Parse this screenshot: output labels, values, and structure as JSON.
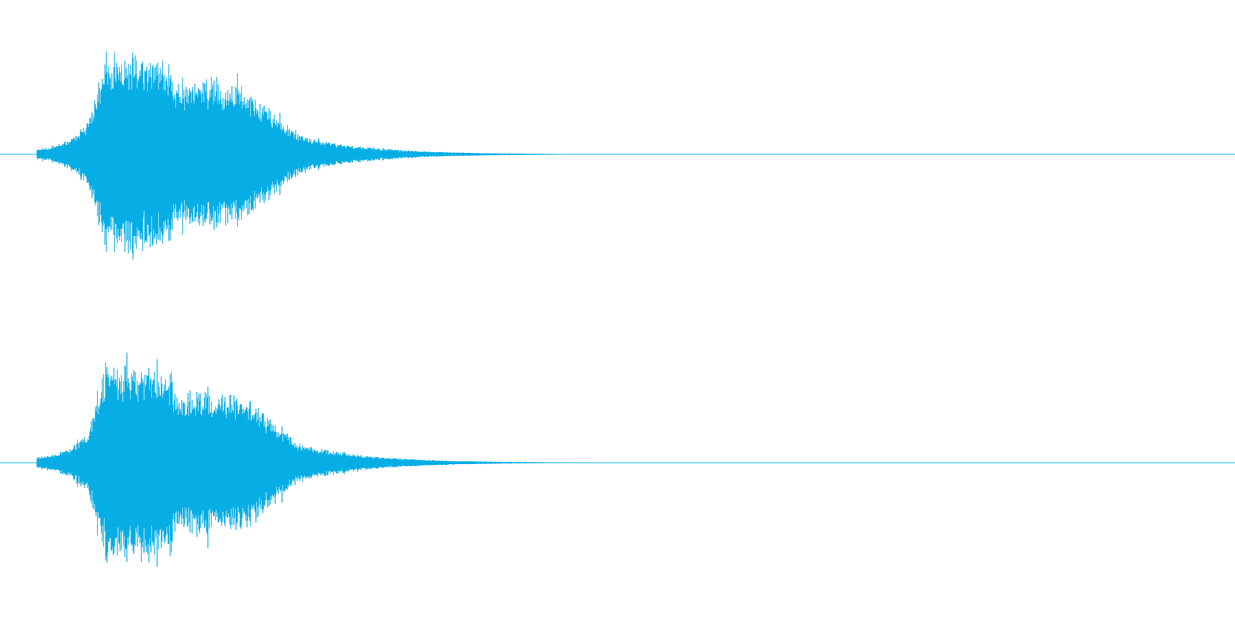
{
  "colors": {
    "background": "#ffffff",
    "waveform": "#07ade5"
  },
  "waveform": {
    "channels": [
      {
        "id": "left"
      },
      {
        "id": "right"
      }
    ],
    "envelope": {
      "shape": "fast attack, peak near 0.1 of duration, secondary bump near 0.17, exponential decay to near silence by ~0.47",
      "silence_after_fraction": 0.47
    }
  }
}
